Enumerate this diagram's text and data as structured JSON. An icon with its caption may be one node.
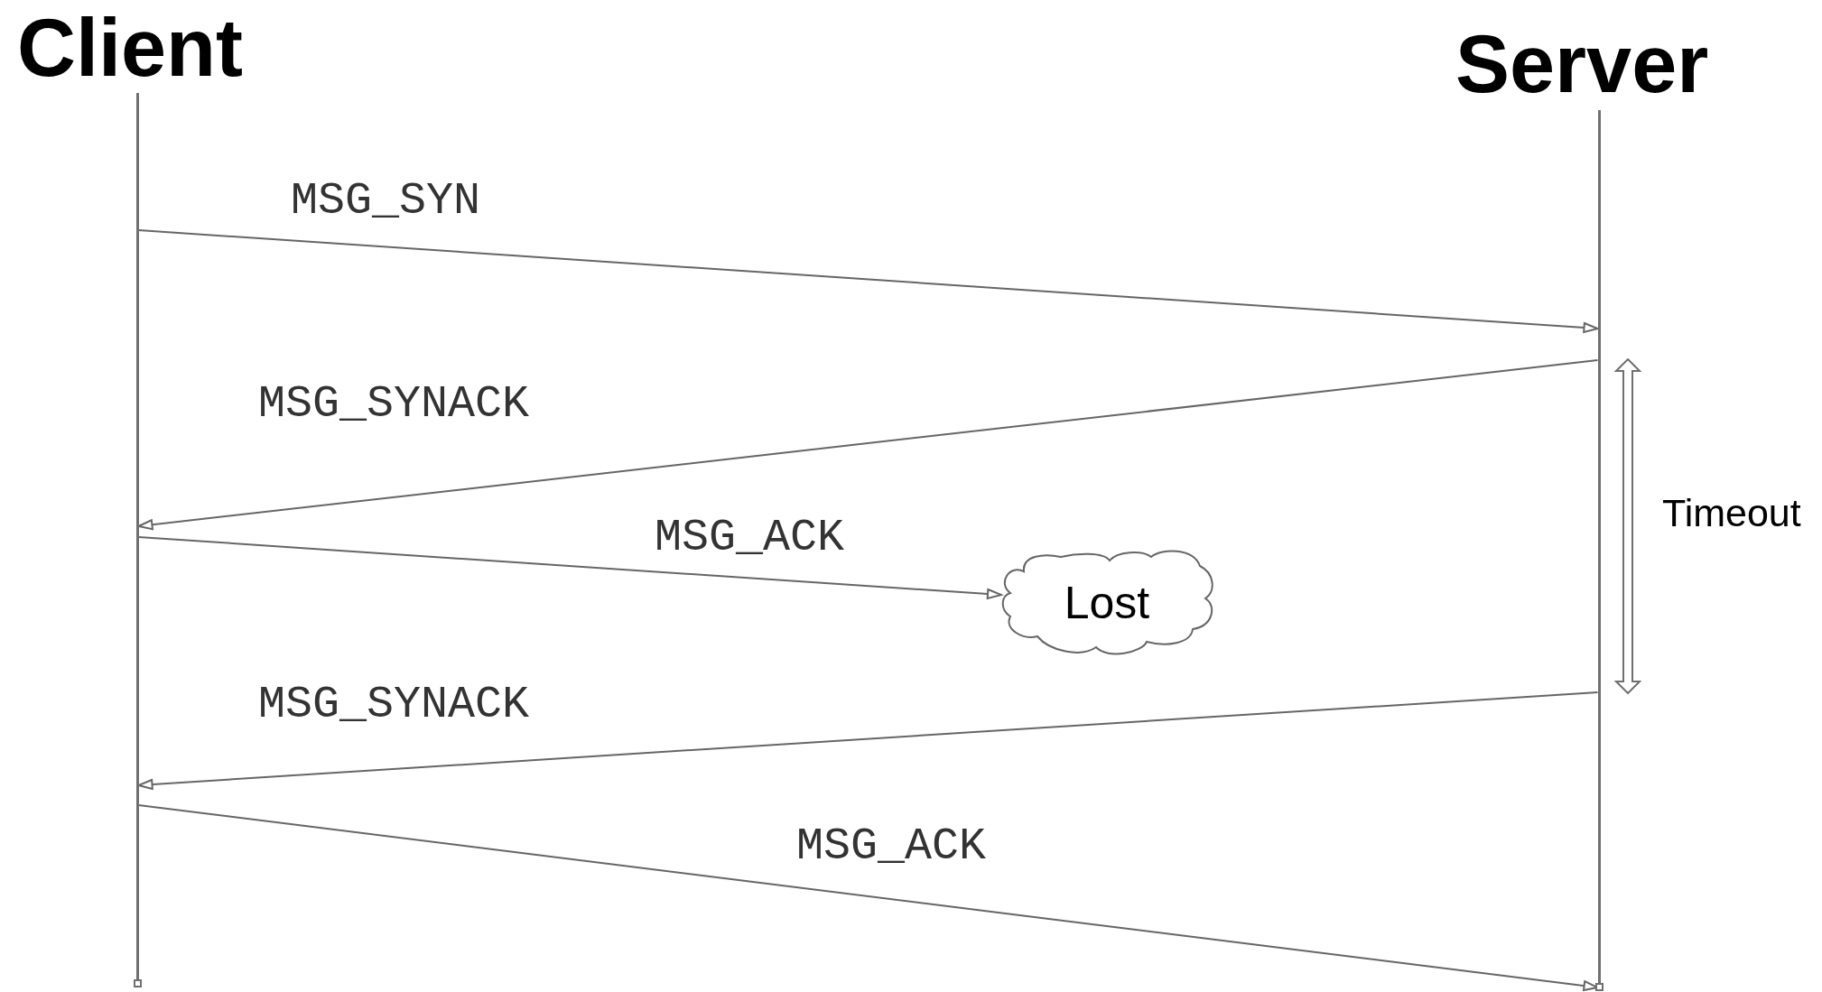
{
  "diagram": {
    "nodes": [
      {
        "text": [
          "Client"
        ]
      },
      {
        "text": [
          "Server"
        ]
      },
      {
        "text": [],
        "shape": "line"
      },
      {
        "text": [],
        "shape": "line"
      },
      {
        "text": [
          "Lost"
        ]
      },
      {
        "text": [],
        "shape": "arrow",
        "beside": [
          "Timeout"
        ]
      }
    ],
    "edges": [
      {
        "from": 2,
        "to": 3,
        "arrow": "to",
        "label": "MSG_SYN"
      },
      {
        "from": 3,
        "to": 2,
        "arrow": "to",
        "label": "MSG_SYNACK"
      },
      {
        "from": 2,
        "to": 4,
        "arrow": "to",
        "label": "MSG_ACK"
      },
      {
        "from": 3,
        "to": 2,
        "arrow": "to",
        "label": "MSG_SYNACK"
      },
      {
        "from": 2,
        "to": 3,
        "arrow": "to",
        "label": "MSG_ACK"
      }
    ]
  }
}
